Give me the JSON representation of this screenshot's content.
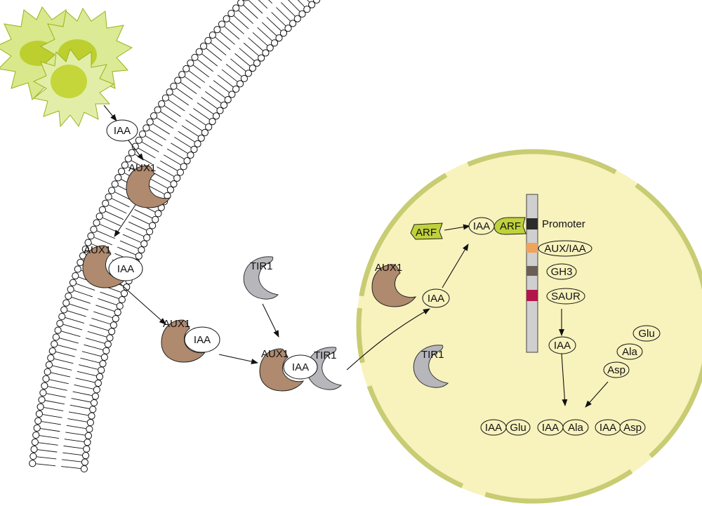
{
  "labels": {
    "iaa": "IAA",
    "aux1": "AUX1",
    "tir1": "TIR1",
    "arf": "ARF",
    "promoter": "Promoter",
    "aux_iaa": "AUX/IAA",
    "gh3": "GH3",
    "saur": "SAUR",
    "glu": "Glu",
    "ala": "Ala",
    "asp": "Asp"
  },
  "colors": {
    "cell_fill": "#f8f2bd",
    "cell_rim": "#c8cc72",
    "aux1_protein": "#b08a6e",
    "tir1_protein": "#b7b6ba",
    "arf_green": "#bfd23b",
    "promoter_box": "#2b2b2b",
    "aux_iaa_box": "#f0a35a",
    "gh3_box": "#6b5f55",
    "saur_box": "#b3144a",
    "chromosome": "#cfcfcf"
  }
}
